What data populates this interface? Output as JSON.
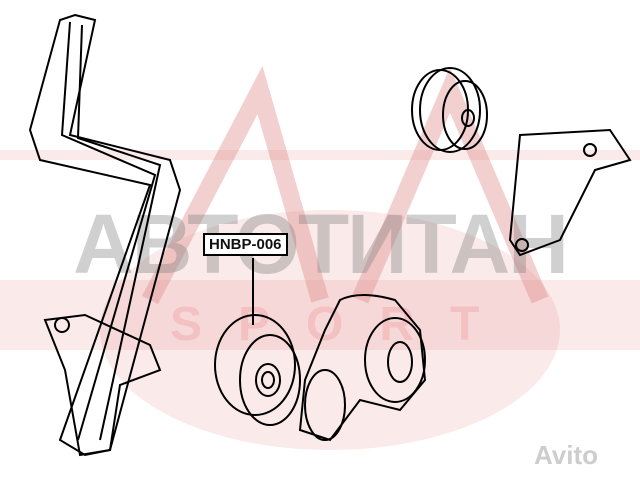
{
  "part_label": "HNBP-006",
  "watermarks": {
    "main": "АВТОТИТАН",
    "brand_logo": "ASVA SPORT",
    "marketplace": "Avito"
  },
  "colors": {
    "brand_red": "#e8a0a0",
    "watermark_gray": "#8a8a8a",
    "line": "#000000"
  }
}
